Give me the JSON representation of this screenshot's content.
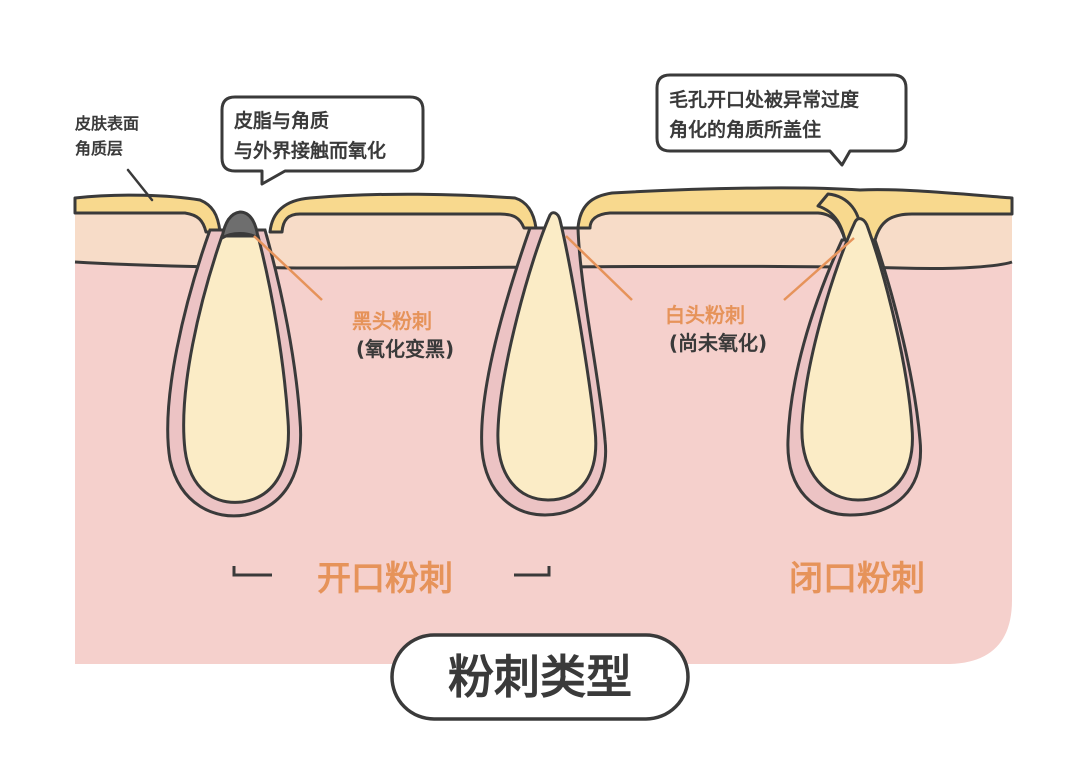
{
  "colors": {
    "dermis": "#f5d0cc",
    "epidermis": "#f7dcc8",
    "stratum_corneum": "#f8d98e",
    "sebum": "#fbecc6",
    "follicle_lining": "#ecc3c4",
    "outline": "#3a3a3a",
    "accent": "#e6935a",
    "blackhead_cap": "#6e6e6e"
  },
  "labels": {
    "skin_surface": [
      "皮肤表面",
      "角质层"
    ],
    "oxidation_bubble": [
      "皮脂与角质",
      "与外界接触而氧化"
    ],
    "closed_bubble": [
      "毛孔开口处被异常过度",
      "角化的角质所盖住"
    ],
    "blackhead_name": "黑头粉刺",
    "blackhead_note": "(氧化变黑)",
    "whitehead_name": "白头粉刺",
    "whitehead_note": "(尚未氧化)",
    "open_group": "开口粉刺",
    "closed_group": "闭口粉刺",
    "title": "粉刺类型"
  }
}
